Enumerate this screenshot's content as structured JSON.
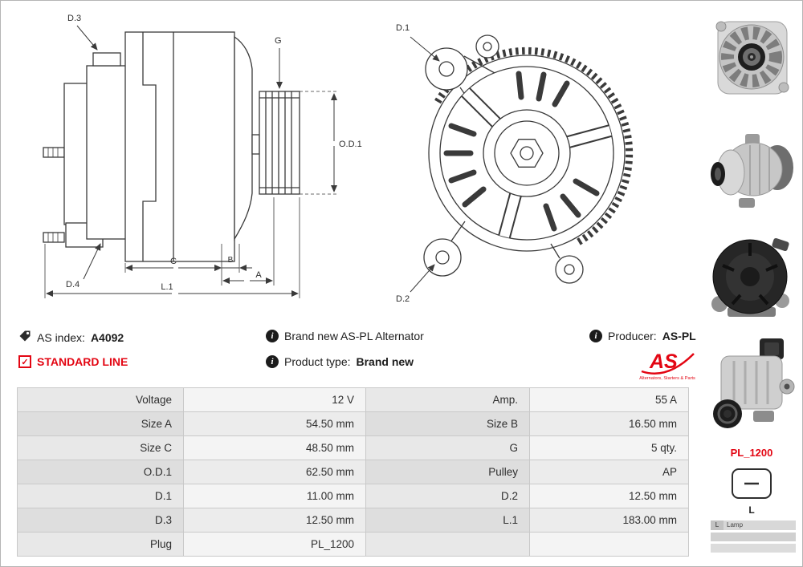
{
  "info": {
    "as_index_label": "AS index:",
    "as_index_value": "A4092",
    "standard_line_label": "STANDARD LINE",
    "brand_new_text": "Brand new AS-PL Alternator",
    "product_type_label": "Product type:",
    "product_type_value": "Brand new",
    "producer_label": "Producer:",
    "producer_value": "AS-PL",
    "logo_text": "AS",
    "logo_tagline": "Alternators, Starters & Parts"
  },
  "drawing_labels": {
    "side": {
      "d3": "D.3",
      "g": "G",
      "od1": "O.D.1",
      "d4": "D.4",
      "c": "C",
      "b": "B",
      "a": "A",
      "l1": "L.1"
    },
    "front": {
      "d1": "D.1",
      "d2": "D.2"
    }
  },
  "specs": {
    "rows": [
      {
        "label_a": "Voltage",
        "value_a": "12 V",
        "label_b": "Amp.",
        "value_b": "55 A"
      },
      {
        "label_a": "Size A",
        "value_a": "54.50 mm",
        "label_b": "Size B",
        "value_b": "16.50 mm"
      },
      {
        "label_a": "Size C",
        "value_a": "48.50 mm",
        "label_b": "G",
        "value_b": "5 qty."
      },
      {
        "label_a": "O.D.1",
        "value_a": "62.50 mm",
        "label_b": "Pulley",
        "value_b": "AP"
      },
      {
        "label_a": "D.1",
        "value_a": "11.00 mm",
        "label_b": "D.2",
        "value_b": "12.50 mm"
      },
      {
        "label_a": "D.3",
        "value_a": "12.50 mm",
        "label_b": "L.1",
        "value_b": "183.00 mm"
      },
      {
        "label_a": "Plug",
        "value_a": "PL_1200",
        "label_b": "",
        "value_b": ""
      }
    ]
  },
  "sidebar": {
    "plug_code": "PL_1200",
    "plug_pin_label": "L",
    "legend_rows": [
      {
        "code": "L",
        "label": "Lamp"
      }
    ]
  },
  "colors": {
    "accent_red": "#e30613",
    "line": "#3a3a3a"
  }
}
